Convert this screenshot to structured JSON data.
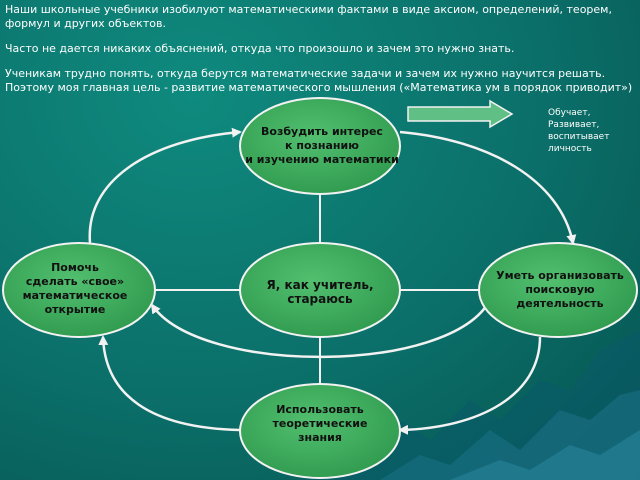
{
  "text": {
    "p1": "Наши школьные учебники изобилуют математическими фактами в виде аксиом, определений, теорем, формул и других объектов.",
    "p2": "Часто не дается никаких объяснений, откуда что произошло и зачем это нужно знать.",
    "p3": "Ученикам трудно понять, откуда берутся математические задачи и зачем их нужно научится решать. Поэтому моя главная цель  - развитие математического мышления («Математика ум в порядок приводит»)"
  },
  "side_note": "Обучает,\nРазвивает,\nвоспитывает\nличность",
  "nodes": {
    "top": "Возбудить интерес\nк познанию\nи изучению математики",
    "left": "Помочь\nсделать «свое»\nматематическое\nоткрытие",
    "center": "Я, как учитель,\nстараюсь",
    "right": "Уметь организовать\nпоисковую\nдеятельность",
    "bottom": "Использовать\nтеоретические\nзнания"
  },
  "colors": {
    "node_fill": "#3daa5c",
    "node_stroke": "#f2f2f2",
    "connector": "#f2f2f2",
    "arrow_fill": "#5fbf84"
  }
}
